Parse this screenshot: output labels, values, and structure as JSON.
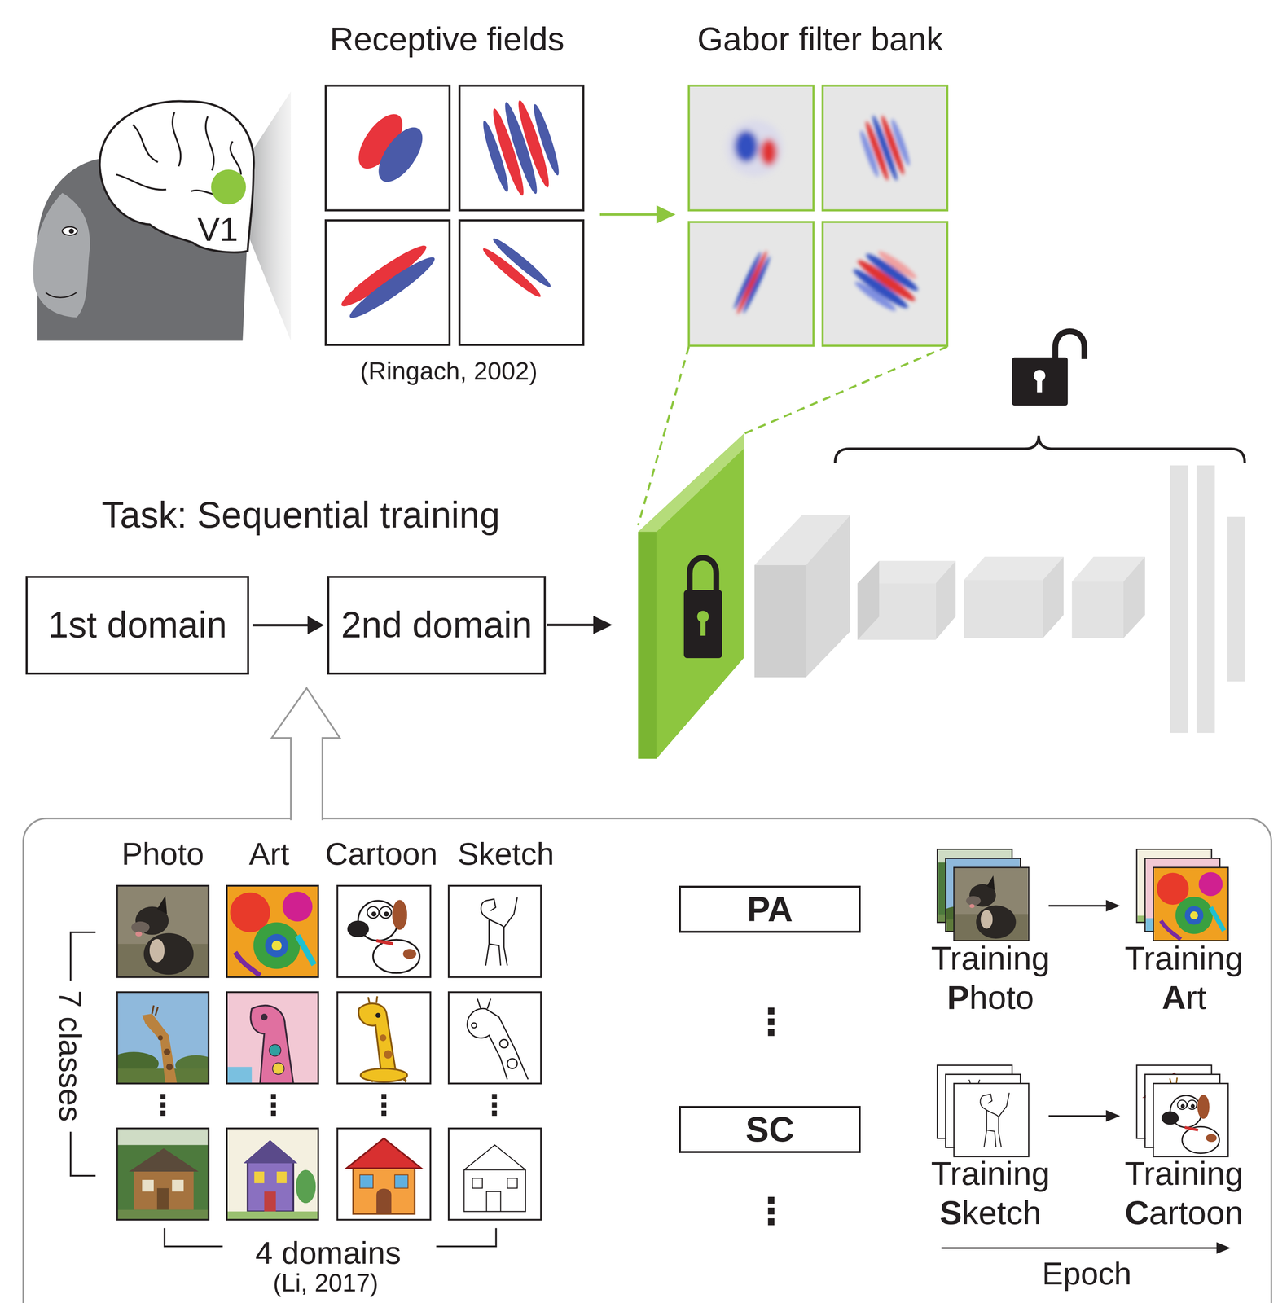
{
  "diagram": {
    "nodes": [
      {
        "text": [
          "1st domain"
        ]
      },
      {
        "text": [
          "2nd domain"
        ]
      },
      {
        "text": [
          "PA"
        ]
      },
      {
        "text": [
          "SC"
        ]
      }
    ],
    "edges": [
      {
        "from": 0,
        "to": 1,
        "arrow": "to"
      }
    ],
    "labels": [
      "Receptive fields",
      "Gabor filter bank",
      "V1",
      "(Ringach, 2002)",
      "Task: Sequential training",
      "Photo",
      "Art",
      "Cartoon",
      "Sketch",
      "⋮",
      "⋮",
      "⋮",
      "⋮",
      "7 classes",
      "4 domains",
      "(Li, 2017)",
      "⋮",
      "Training Photo",
      "Training Art",
      "⋮",
      "Training Sketch",
      "Training Cartoon",
      "Epoch"
    ]
  }
}
